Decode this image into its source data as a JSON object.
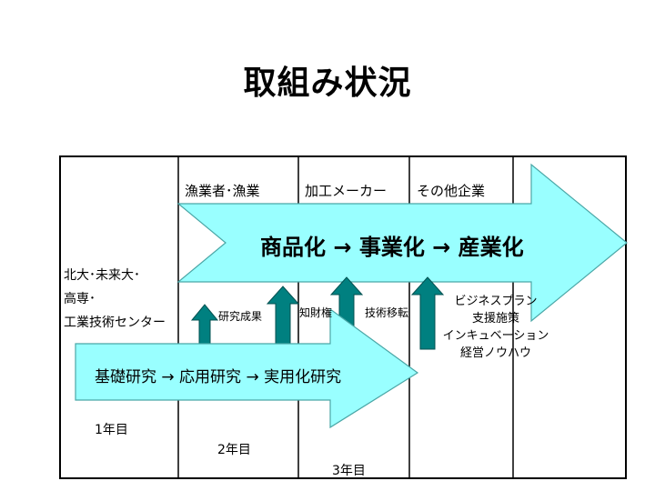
{
  "title": "取組み状況",
  "header": {
    "col1": "漁業者･漁業",
    "col2": "加工メーカー",
    "col3": "その他企業"
  },
  "orgs": [
    "北大･未来大･",
    "高専･",
    "工業技術センター"
  ],
  "big_arrow_label": "商品化 → 事業化 → 産業化",
  "small_arrow_label": "基礎研究 → 応用研究 → 実用化研究",
  "transfer_labels": [
    "研究成果",
    "知財権",
    "技術移転"
  ],
  "business_support": [
    "ビジネスプラン",
    "支援施策",
    "インキュベーション",
    "経営ノウハウ"
  ],
  "years": [
    "1年目",
    "2年目",
    "3年目"
  ],
  "colors": {
    "arrow_fill": "#99ffff",
    "up_arrow_fill": "#008080",
    "line": "#000000"
  }
}
